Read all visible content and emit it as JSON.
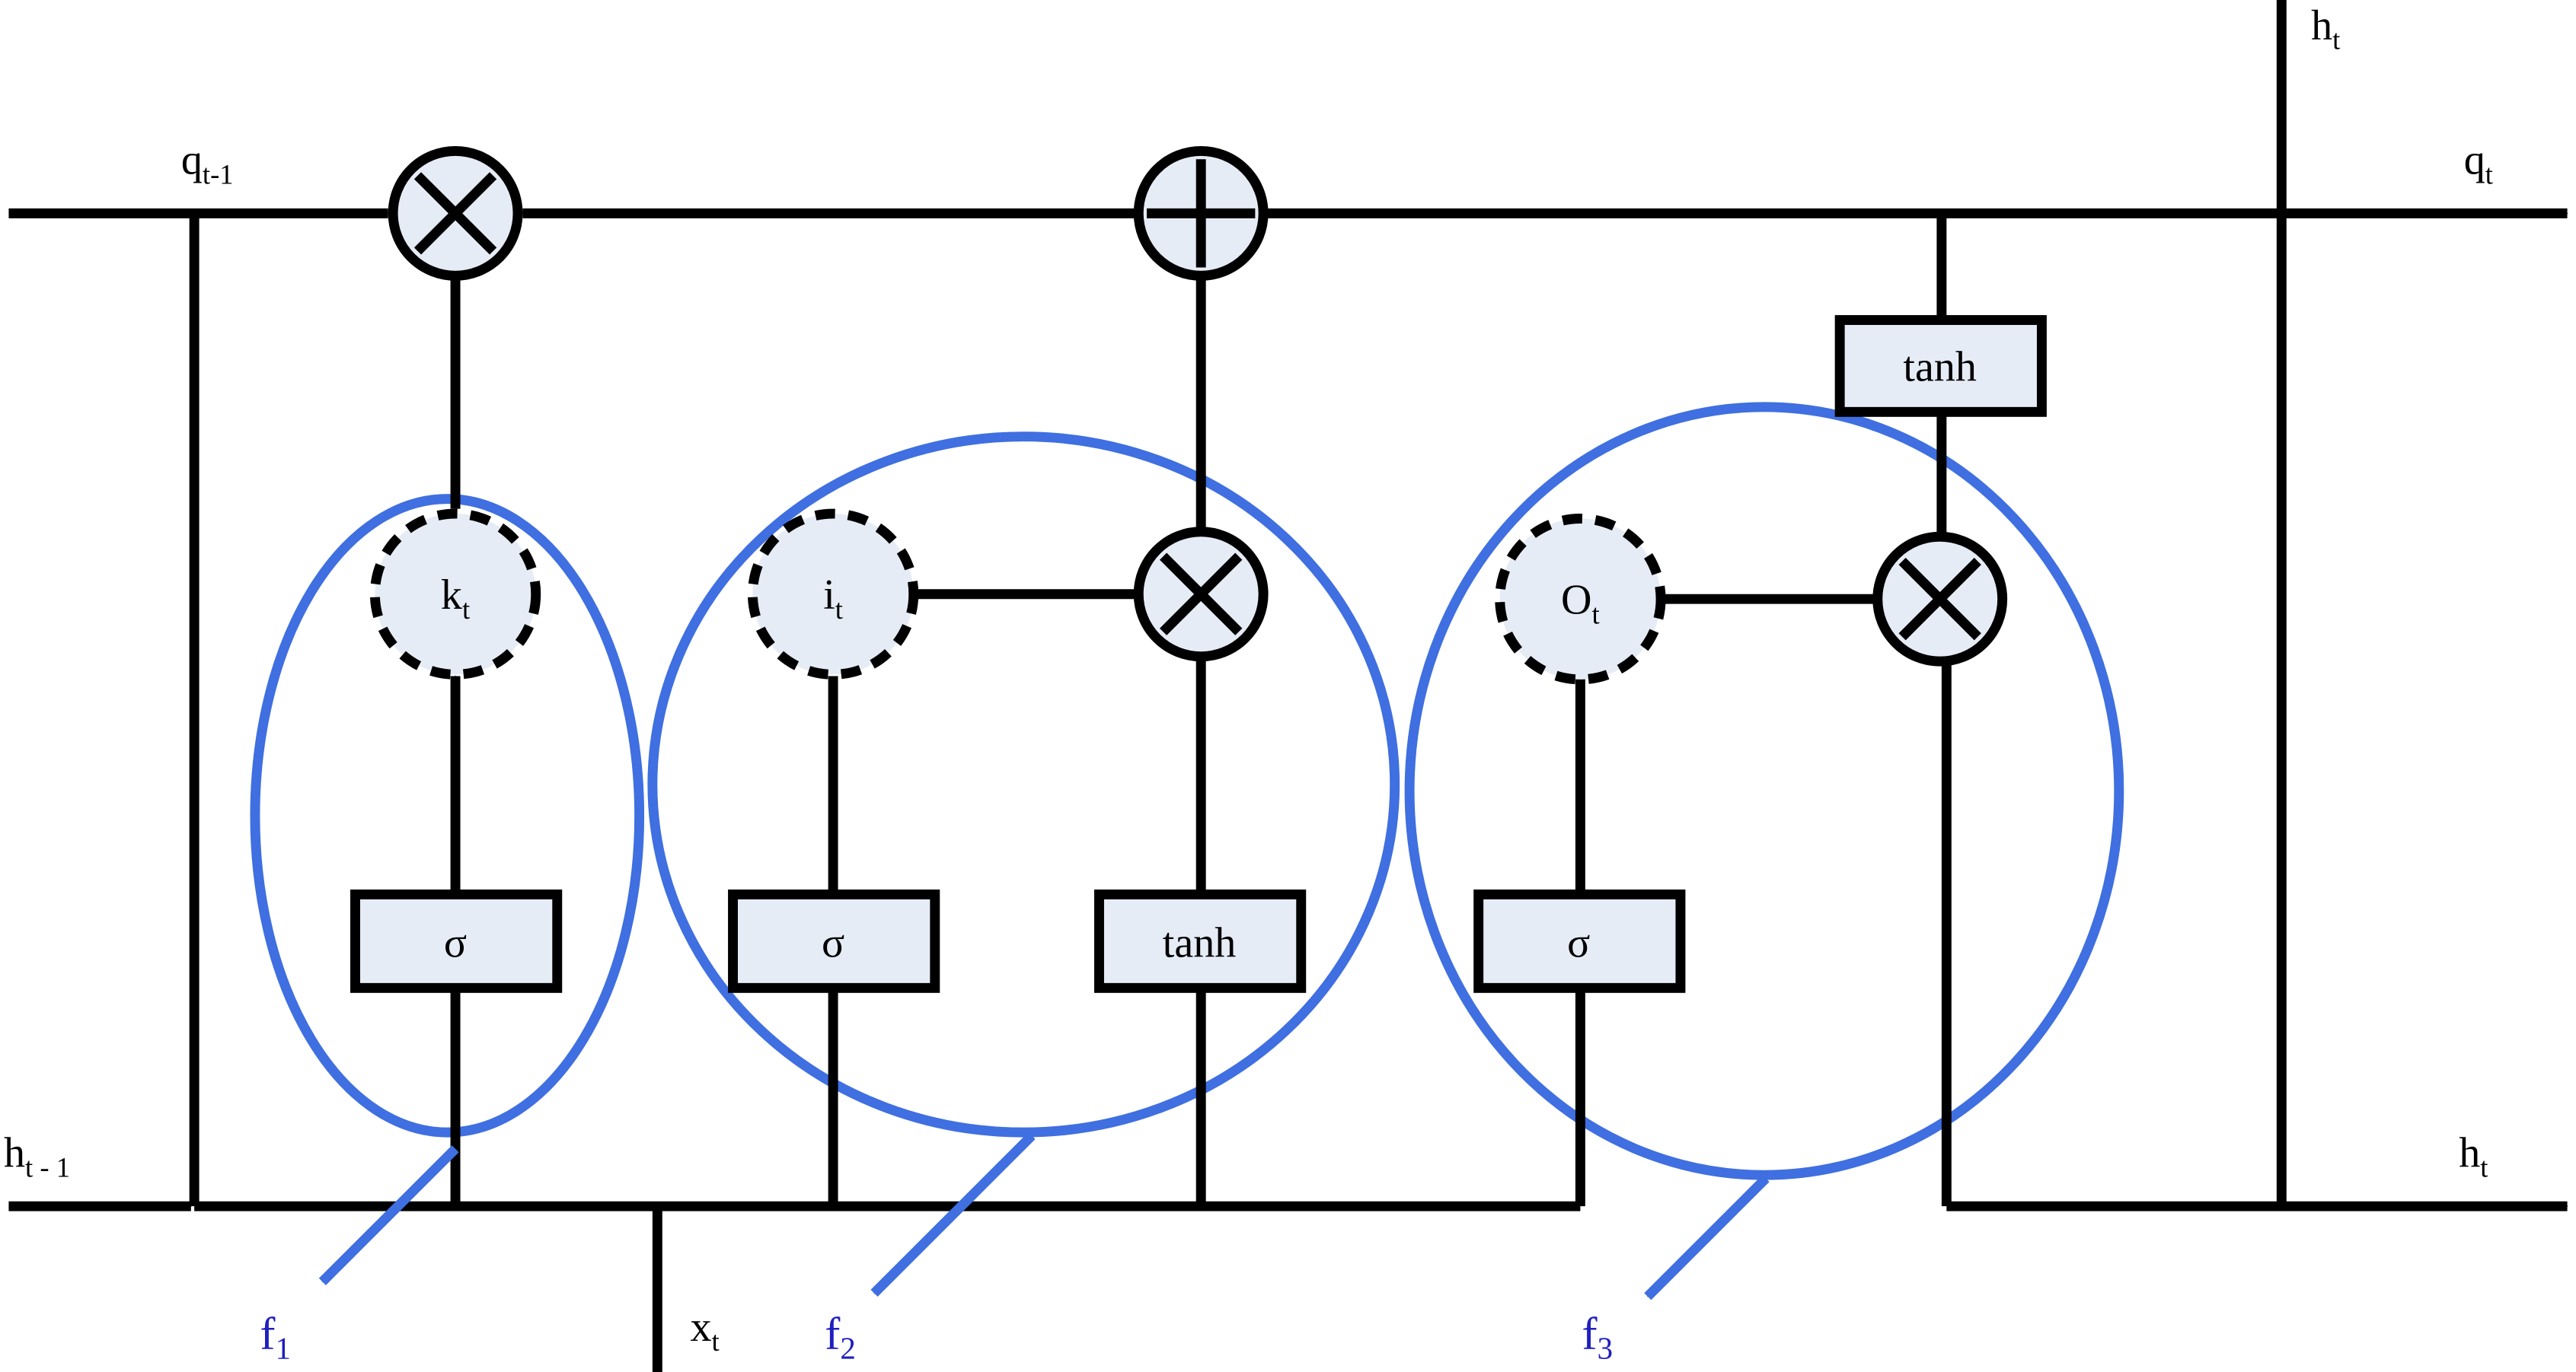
{
  "inputs": {
    "q_prev": {
      "base": "q",
      "sub": "t-1"
    },
    "h_prev": {
      "base": "h",
      "sub": "t - 1"
    },
    "x_t": {
      "base": "x",
      "sub": "t"
    }
  },
  "outputs": {
    "q_t": {
      "base": "q",
      "sub": "t"
    },
    "h_t_top": {
      "base": "h",
      "sub": "t"
    },
    "h_t_right": {
      "base": "h",
      "sub": "t"
    }
  },
  "gates": {
    "k": {
      "base": "k",
      "sub": "t"
    },
    "i": {
      "base": "i",
      "sub": "t"
    },
    "o": {
      "base": "O",
      "sub": "t"
    }
  },
  "boxes": {
    "sigma1": "σ",
    "sigma2": "σ",
    "tanh1": "tanh",
    "sigma3": "σ",
    "tanh_top": "tanh"
  },
  "groups": {
    "f1": {
      "base": "f",
      "sub": "1"
    },
    "f2": {
      "base": "f",
      "sub": "2"
    },
    "f3": {
      "base": "f",
      "sub": "3"
    }
  },
  "colors": {
    "line": "#000000",
    "fill": "#e6ecf6",
    "group": "#3f6fe0",
    "group_label": "#1f1fbf"
  }
}
